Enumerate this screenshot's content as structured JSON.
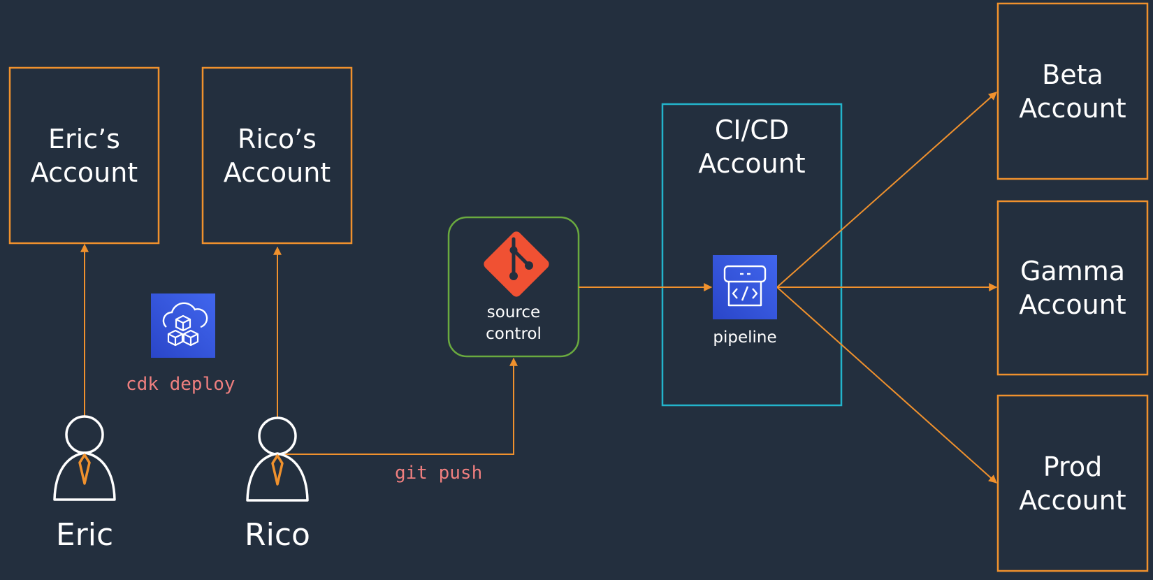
{
  "boxes": {
    "eric_account": "Eric’s\nAccount",
    "rico_account": "Rico’s\nAccount",
    "cicd_account": "CI/CD\nAccount",
    "beta_account": "Beta\nAccount",
    "gamma_account": "Gamma\nAccount",
    "prod_account": "Prod\nAccount"
  },
  "people": {
    "eric": "Eric",
    "rico": "Rico"
  },
  "labels": {
    "cdk_deploy": "cdk deploy",
    "git_push": "git push",
    "source_control": "source\ncontrol",
    "pipeline": "pipeline"
  },
  "icons": {
    "cdk": "cdk-cloud-cubes-icon",
    "git": "git-logo-icon",
    "pipeline": "code-pipeline-icon",
    "person": "person-with-tie-icon"
  },
  "colors": {
    "background": "#232f3e",
    "account_border": "#f0912d",
    "arrow": "#f0912d",
    "cicd_border": "#23b4cb",
    "source_control_border": "#6aaa3f",
    "git_red": "#f05133",
    "aws_blue": "#2f4fd8",
    "mono_text": "#ef7f7f"
  }
}
